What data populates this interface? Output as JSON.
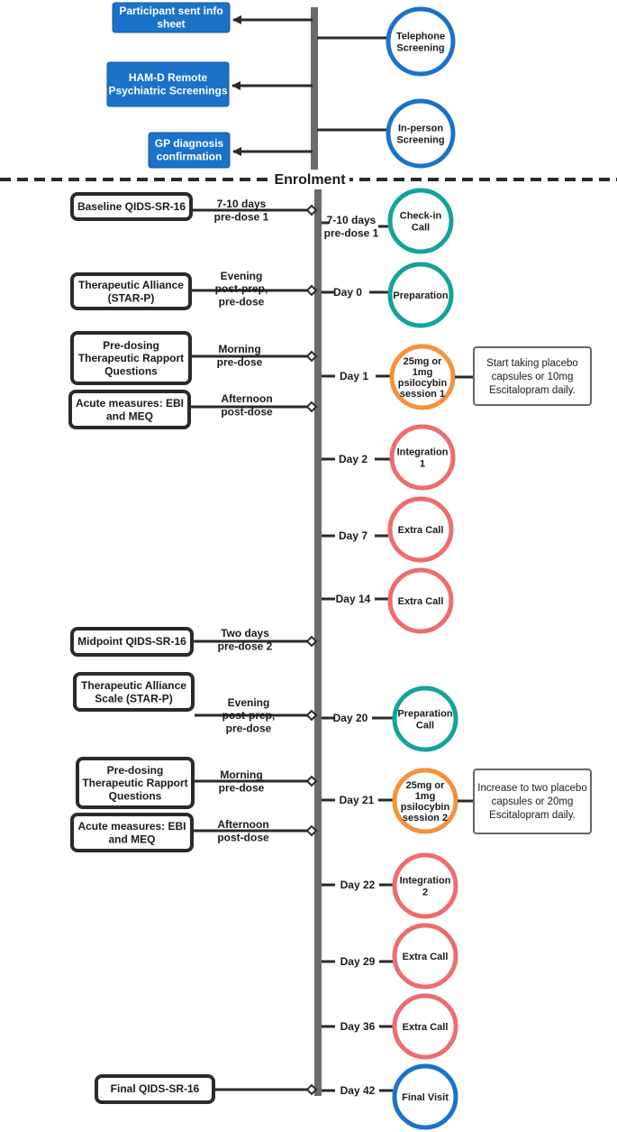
{
  "colors": {
    "blue": "#1a73c8",
    "teal": "#13a39b",
    "orange": "#f7913a",
    "red": "#ef6c6c",
    "spine": "#6b6b6b",
    "box_border": "#2a2a2a",
    "note_border": "#666666",
    "text": "#1a1a1a"
  },
  "screening": {
    "left_boxes": [
      {
        "lines": [
          "Participant sent info",
          "sheet"
        ]
      },
      {
        "lines": [
          "HAM-D  Remote",
          "Psychiatric Screenings"
        ]
      },
      {
        "lines": [
          "GP diagnosis",
          "confirmation"
        ]
      }
    ],
    "circles": [
      {
        "lines": [
          "Telephone",
          "Screening"
        ]
      },
      {
        "lines": [
          "In-person",
          "Screening"
        ]
      }
    ]
  },
  "enrolment_label": "Enrolment",
  "measures": [
    {
      "lines": [
        "Baseline QIDS-SR-16"
      ],
      "timing": [
        "7-10 days",
        "pre-dose 1"
      ]
    },
    {
      "lines": [
        "Therapeutic Alliance",
        "(STAR-P)"
      ],
      "timing": [
        "Evening",
        "post-prep,",
        "pre-dose"
      ]
    },
    {
      "lines": [
        "Pre-dosing",
        "Therapeutic Rapport",
        "Questions"
      ],
      "timing": [
        "Morning",
        "pre-dose"
      ]
    },
    {
      "lines": [
        "Acute measures: EBI",
        "and MEQ"
      ],
      "timing": [
        "Afternoon",
        "post-dose"
      ]
    },
    {
      "lines": [
        "Midpoint QIDS-SR-16"
      ],
      "timing": [
        "Two days",
        "pre-dose 2"
      ]
    },
    {
      "lines": [
        "Therapeutic Alliance",
        "Scale (STAR-P)"
      ],
      "timing": [
        "Evening",
        "post-prep,",
        "pre-dose"
      ]
    },
    {
      "lines": [
        "Pre-dosing",
        "Therapeutic Rapport",
        "Questions"
      ],
      "timing": [
        "Morning",
        "pre-dose"
      ]
    },
    {
      "lines": [
        "Acute measures: EBI",
        "and MEQ"
      ],
      "timing": [
        "Afternoon",
        "post-dose"
      ]
    },
    {
      "lines": [
        "Final QIDS-SR-16"
      ],
      "timing": []
    }
  ],
  "visits": [
    {
      "day": [
        "7-10 days",
        "pre-dose 1"
      ],
      "lines": [
        "Check-in",
        "Call"
      ],
      "color": "teal"
    },
    {
      "day": [
        "Day 0"
      ],
      "lines": [
        "Preparation"
      ],
      "color": "teal"
    },
    {
      "day": [
        "Day 1"
      ],
      "lines": [
        "25mg or",
        "1mg",
        "psilocybin",
        "session 1"
      ],
      "color": "orange"
    },
    {
      "day": [
        "Day 2"
      ],
      "lines": [
        "Integration",
        "1"
      ],
      "color": "red"
    },
    {
      "day": [
        "Day 7"
      ],
      "lines": [
        "Extra Call"
      ],
      "color": "red"
    },
    {
      "day": [
        "Day 14"
      ],
      "lines": [
        "Extra Call"
      ],
      "color": "red"
    },
    {
      "day": [
        "Day 20"
      ],
      "lines": [
        "Preparation",
        "Call"
      ],
      "color": "teal"
    },
    {
      "day": [
        "Day 21"
      ],
      "lines": [
        "25mg or",
        "1mg",
        "psilocybin",
        "session 2"
      ],
      "color": "orange"
    },
    {
      "day": [
        "Day 22"
      ],
      "lines": [
        "Integration",
        "2"
      ],
      "color": "red"
    },
    {
      "day": [
        "Day 29"
      ],
      "lines": [
        "Extra Call"
      ],
      "color": "red"
    },
    {
      "day": [
        "Day 36"
      ],
      "lines": [
        "Extra Call"
      ],
      "color": "red"
    },
    {
      "day": [
        "Day 42"
      ],
      "lines": [
        "Final Visit"
      ],
      "color": "blue"
    }
  ],
  "notes": [
    {
      "lines": [
        "Start taking placebo",
        "capsules or 10mg",
        "Escitalopram daily."
      ]
    },
    {
      "lines": [
        "Increase to two placebo",
        "capsules or 20mg",
        "Escitalopram daily."
      ]
    }
  ]
}
